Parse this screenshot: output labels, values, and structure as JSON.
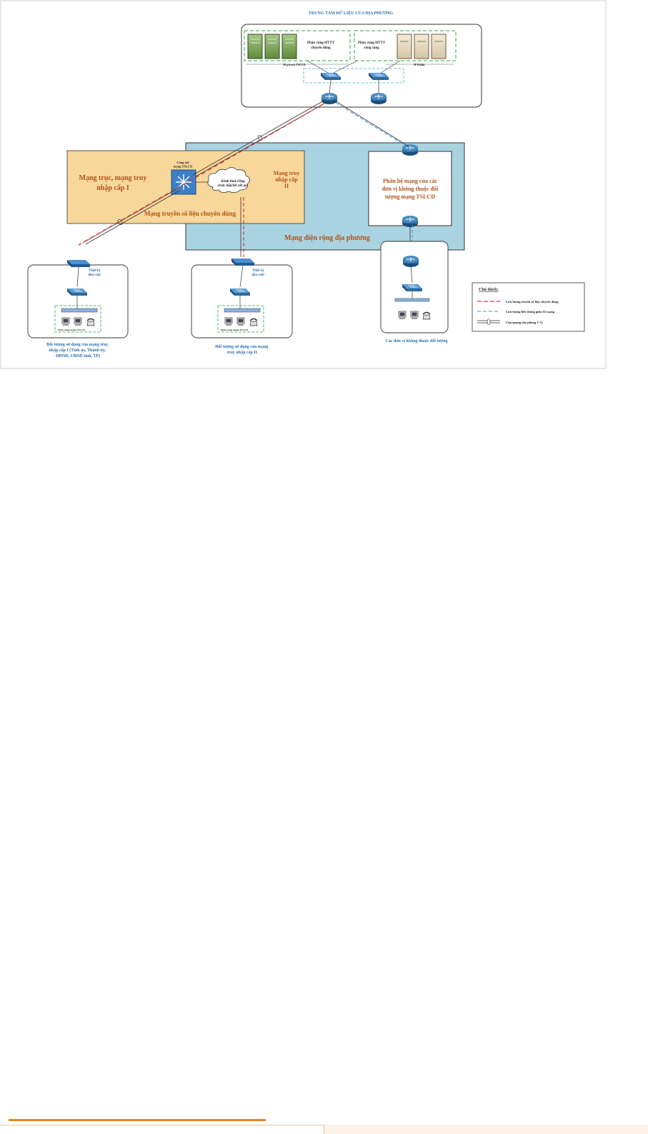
{
  "diagram": {
    "datacenter_title": "TRUNG TÂM DỮ LIỆU CỦA ĐỊA PHƯƠNG",
    "zone_dedicated": "Phân vùng HTTT chuyên dùng",
    "zone_public": "Phân vùng HTTT công cộng",
    "ip_dedicated": "IP private TSLCD",
    "ip_public": "IP Public",
    "backbone_label": "Mạng trục, mạng truy nhập cấp I",
    "access2_label": "Mạng truy nhập cấp II",
    "gateway_label": "Cổng nối mạng TSLCD",
    "cloud_label": "Kênh thuê riêng (trực tiếp/kết nối ảo)",
    "dedicated_network_label": "Mạng truyền số liệu chuyên dùng",
    "wan_label": "Mạng diện rộng địa phương",
    "subnet_label": "Phân hệ mạng của các đơn vị không thuộc đối tượng mạng TSLCD",
    "endpoint_label_left": "Thiết bị đầu cuối",
    "endpoint_label_mid": "Thiết bị đầu cuối",
    "user_zone_left": "Phân vùng mạng TSLCD",
    "user_zone_mid": "Phân vùng mạng TSLCD",
    "caption_left": [
      "Đối tượng sử dụng của mạng truy",
      "nhập cấp I (Tỉnh ủy, Thành ủy,",
      "HĐND, UBND tỉnh, TP)"
    ],
    "caption_mid": [
      "Đối tượng sử dụng của mạng",
      "truy nhập cấp II"
    ],
    "caption_right": "Các đơn vị không thuộc đối tượng",
    "legend": {
      "title": "Chú thích:",
      "items": [
        "Lưu lượng truyền số liệu chuyên dùng",
        "Lưu lượng liên thông giữa 02 mạng",
        "Cáp quang (dự phòng 1+1)"
      ]
    },
    "colors": {
      "dedicated": "#e0303a",
      "interconnect": "#4a90d9",
      "wan_fill": "#a9d3e0",
      "backbone_fill": "#f7d79a"
    }
  }
}
